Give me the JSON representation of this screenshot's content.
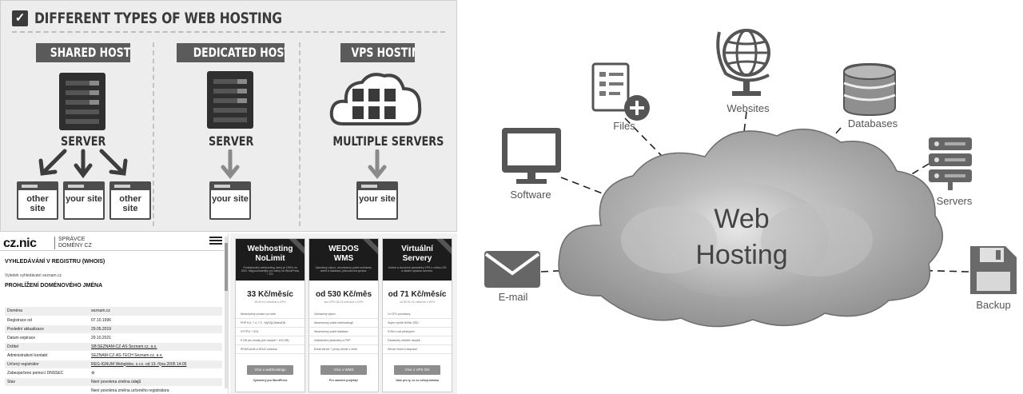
{
  "infographic": {
    "title": "DIFFERENT TYPES OF WEB HOSTING",
    "columns": [
      {
        "heading": "SHARED HOSTING",
        "label": "SERVER",
        "sites": [
          "other site",
          "your site",
          "other site"
        ]
      },
      {
        "heading": "DEDICATED HOSTING",
        "label": "SERVER",
        "sites": [
          "your site"
        ]
      },
      {
        "heading": "VPS HOSTING",
        "label": "MULTIPLE SERVERS",
        "sites": [
          "your site"
        ]
      }
    ]
  },
  "whois": {
    "logo": "cz.nic",
    "logo_sub_1": "SPRÁVCE",
    "logo_sub_2": "DOMÉNY CZ",
    "search_heading": "VYHLEDÁVÁNÍ V REGISTRU (WHOIS)",
    "searched_label": "Vyledek vyhledávání seznam.cz",
    "browse_heading": "PROHLÍŽENÍ DOMÉNOVÉHO JMÉNA",
    "rows": [
      {
        "key": "Doména",
        "value": "seznam.cz"
      },
      {
        "key": "Registrace od",
        "value": "07.10.1996"
      },
      {
        "key": "Poslední aktualizace",
        "value": "29.05.2019"
      },
      {
        "key": "Datum expirace",
        "value": "29.10.2021"
      },
      {
        "key": "Držitel",
        "value": "SB:SEZNAM-CZ-AS Seznam.cz, a.s."
      },
      {
        "key": "Administrativní kontakt",
        "value": "SEZNAM-CZ-AS-TECH Seznam.cz, a.s."
      },
      {
        "key": "Určený registrátor",
        "value": "REG-IGNUM Webglobe, s.r.o. od 19. října 2005 14:05"
      },
      {
        "key": "Zabezpečeno pomocí DNSSEC",
        "value": "⚙"
      },
      {
        "key": "Stav",
        "value": "Není povolena změna údajů"
      },
      {
        "key": "",
        "value": "Není povolena změna určeného registrátora"
      }
    ]
  },
  "pricing": [
    {
      "title_1": "Webhosting",
      "title_2": "NoLimit",
      "desc": "Profesionální webhosting, který je 100% na SSD. Nejpoužívanější pro weby na WordPress + CS.",
      "price": "33 Kč/měsíc",
      "price_sub": "39.93 Kč měsíčně s DPH",
      "features": [
        "Neomezený prostor pro web",
        "PHP 5.6, 7.4, 7.3 · MySQL/MariaDB",
        "HTTP/2 + SSL",
        "5 GB pro emaily (lze navýšit + 100 GB)",
        "IPV6/Cache a DDoS ochrana"
      ],
      "button": "Více o webhostingu",
      "foot": "Vytvořený pro WordPress"
    },
    {
      "title_1": "WEDOS",
      "title_2": "WMS",
      "desc": "Vytvořený výkon, neomezený počet schránek, webů a databází, jednoduchá správa.",
      "price": "od 530 Kč/měs",
      "price_sub": "bez DPH 28.03 měsíčně s DPH",
      "features": [
        "Vyhrazený výkon",
        "Neomezený počet webhostingů",
        "Neomezený počet databází",
        "Individuální parametry a PHP",
        "Email server + proxy server v ceně"
      ],
      "button": "Více o WMS",
      "foot": "Pro náročné projekty!"
    },
    {
      "title_1": "Virtuální",
      "title_2": "Servery",
      "desc": "Jediné a cloudové parametry VPS s volbou OS a vlastní správou serveru.",
      "price": "od 71 Kč/měsíc",
      "price_sub": "od 85.91 Kč měsíčně s DPH",
      "features": [
        "1x CPU procesory",
        "Super rychlé NVMe SSD",
        "KVM s root přístupem",
        "Parametry můžete navýšit",
        "Server ihned k dispozici"
      ],
      "button": "Více o VPS ON",
      "foot": "Vaše pro ty, co se nebojí admina"
    }
  ],
  "diagram": {
    "center_line_1": "Web",
    "center_line_2": "Hosting",
    "nodes": {
      "files": "Files",
      "websites": "Websites",
      "databases": "Databases",
      "software": "Software",
      "servers": "Servers",
      "email": "E-mail",
      "backup": "Backup"
    }
  }
}
